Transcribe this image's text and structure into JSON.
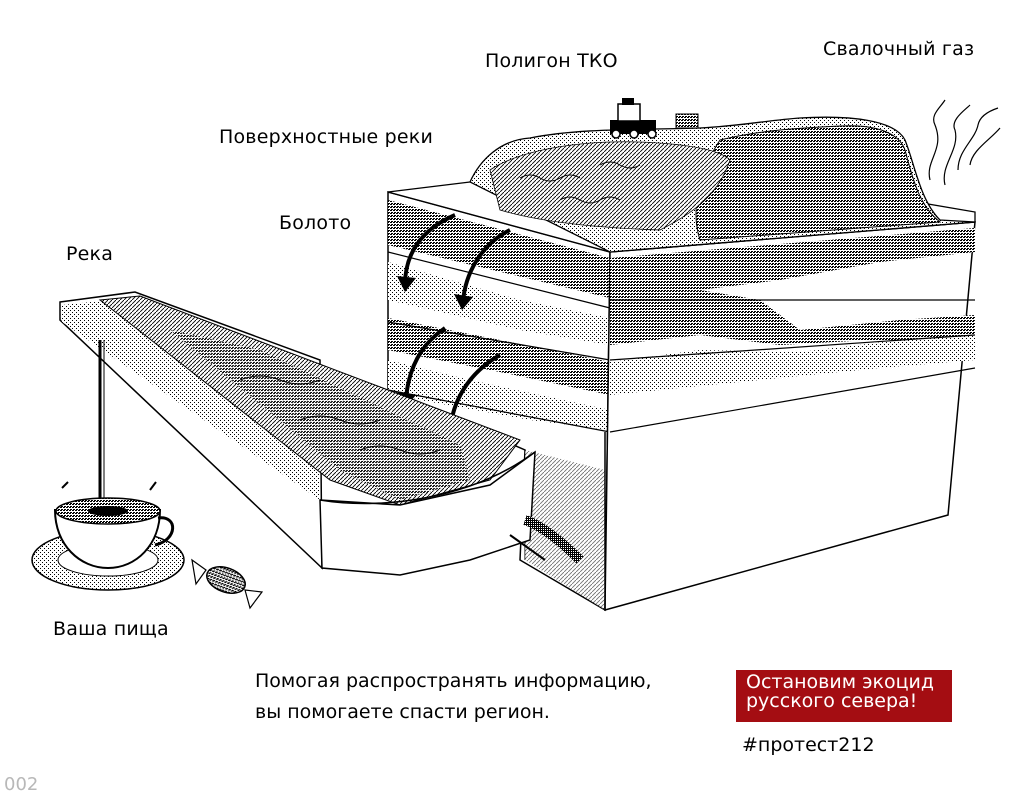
{
  "labels": {
    "landfill": "Полигон ТКО",
    "gas": "Свалочный газ",
    "surface_rivers": "Поверхностные реки",
    "swamp": "Болото",
    "river": "Река",
    "food": "Ваша пища"
  },
  "message": {
    "line1": "Помогая распространять информацию,",
    "line2": "вы помогаете спасти регион."
  },
  "badge": {
    "line1": "Остановим экоцид",
    "line2": "русского севера!",
    "color": "#a40d12"
  },
  "hashtag": "#протест212",
  "page_number": "002"
}
